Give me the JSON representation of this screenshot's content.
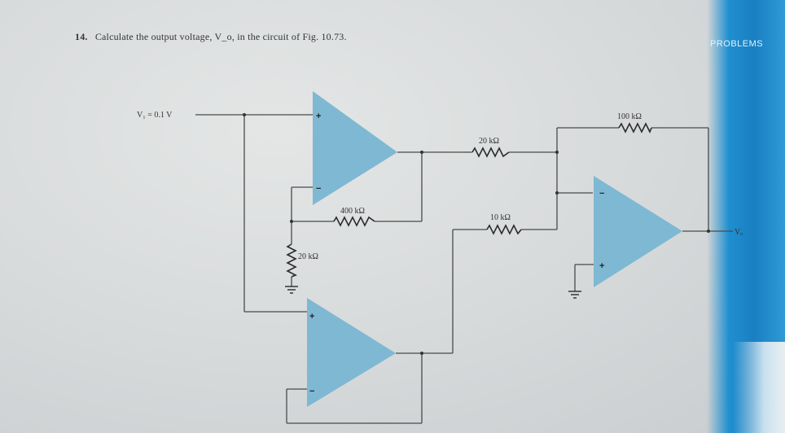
{
  "problem": {
    "number": "14.",
    "text": "Calculate the output voltage, V_o, in the circuit of Fig. 10.73."
  },
  "header": {
    "section": "PROBLEMS"
  },
  "circuit": {
    "input_label": "V₁ = 0.1 V",
    "output_label": "Vₒ",
    "resistors": {
      "r_feedback_top": "100 kΩ",
      "r_upper_input": "20 kΩ",
      "r_lower_input": "10 kΩ",
      "r_feedback_mid": "400 kΩ",
      "r_ground_left": "20 kΩ"
    },
    "signs": {
      "plus": "+",
      "minus": "−"
    }
  },
  "colors": {
    "opamp_fill": "#7fb8d2",
    "wire": "#4a4a4a",
    "accent_sidebar": "#1f8fd0"
  }
}
